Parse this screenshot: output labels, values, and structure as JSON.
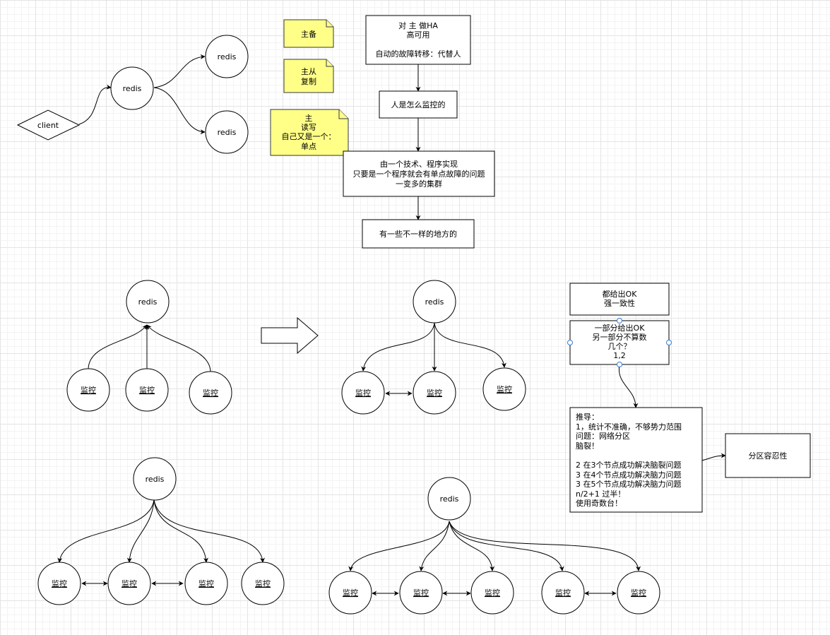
{
  "top": {
    "client": "client",
    "redis_master": "redis",
    "redis_slave_1": "redis",
    "redis_slave_2": "redis"
  },
  "notes": {
    "master_backup": [
      "主备"
    ],
    "master_slave": [
      "主从",
      "复制"
    ],
    "master_rw": [
      "主",
      "读写",
      "自己又是一个：",
      "单点"
    ]
  },
  "flow": {
    "ha": [
      "对 主 做HA",
      "高可用",
      "",
      "自动的故障转移：代替人"
    ],
    "human": [
      "人是怎么监控的"
    ],
    "program": [
      "由一个技术、程序实现",
      "只要是一个程序就会有单点故障的问题",
      "一变多的集群"
    ],
    "different": [
      "有一些不一样的地方的"
    ]
  },
  "mid_left": {
    "redis": "redis",
    "monitors": [
      "监控",
      "监控",
      "监控"
    ]
  },
  "mid_right": {
    "redis": "redis",
    "monitors": [
      "监控",
      "监控",
      "监控"
    ]
  },
  "consistency": {
    "all_ok": [
      "都给出OK",
      "强一致性"
    ],
    "partial_ok": [
      "一部分给出OK",
      "另一部分不算数",
      "几个？",
      "1,2"
    ],
    "derivation": [
      "推导：",
      "1，统计不准确，不够势力范围",
      "问题：网络分区",
      "脑裂！",
      "",
      "2 在3个节点成功解决脑裂问题",
      "3 在4个节点成功解决脑力问题",
      "3 在5个节点成功解决脑力问题",
      "n/2+1   过半！",
      "使用奇数台！"
    ],
    "partition_tolerance": [
      "分区容忍性"
    ]
  },
  "bottom_left": {
    "redis": "redis",
    "monitors": [
      "监控",
      "监控",
      "监控",
      "监控"
    ]
  },
  "bottom_right": {
    "redis": "redis",
    "monitors": [
      "监控",
      "监控",
      "监控",
      "监控",
      "监控"
    ]
  }
}
